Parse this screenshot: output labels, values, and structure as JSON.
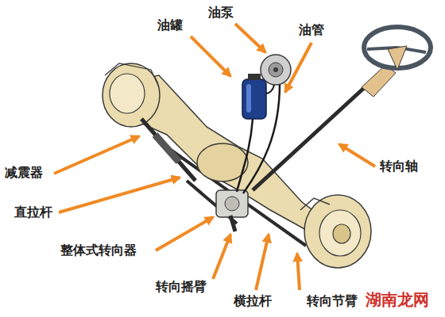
{
  "diagram": {
    "labels": [
      "油罐",
      "油泵",
      "油管",
      "转向轴",
      "减震器",
      "直拉杆",
      "整体式转向器",
      "转向摇臂",
      "横拉杆",
      "转向节臂",
      "湖南龙网"
    ]
  }
}
